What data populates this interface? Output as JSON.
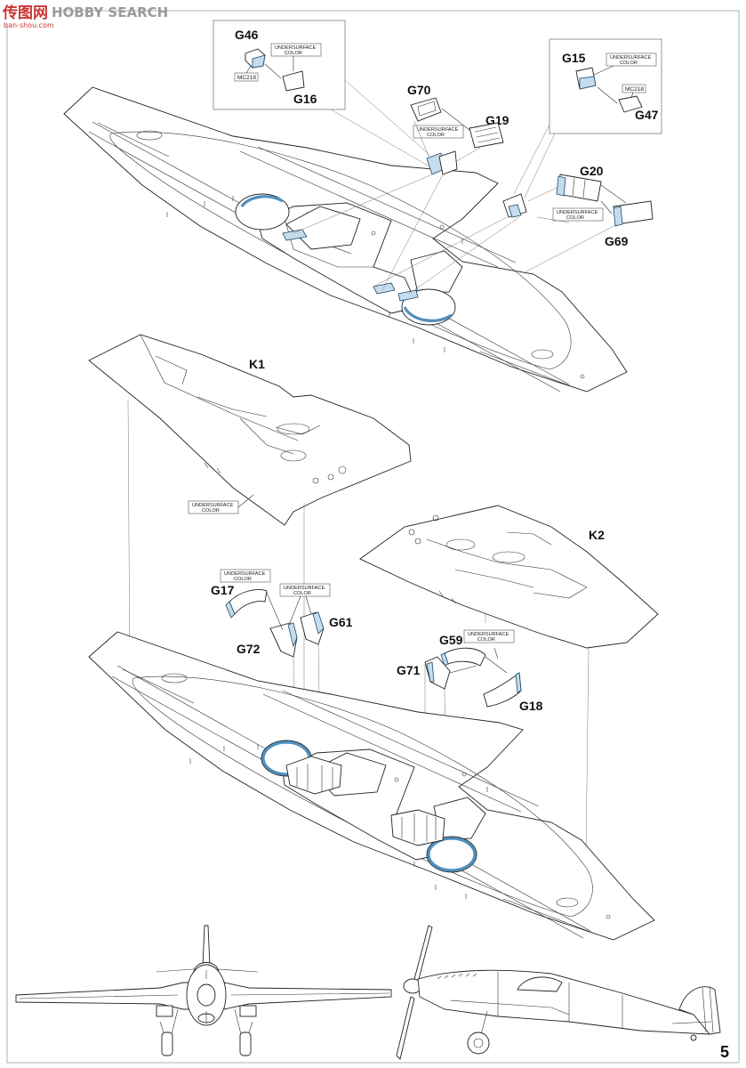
{
  "watermark": {
    "logo_text": "传图网",
    "brand": "HOBBY SEARCH",
    "url": "ban-shou.com"
  },
  "page_number": "5",
  "notes": {
    "undersurface": [
      "UNDERSURFACE",
      "COLOR"
    ],
    "mc218": "MC218"
  },
  "parts": {
    "g46": "G46",
    "g16": "G16",
    "g70": "G70",
    "g19": "G19",
    "g15": "G15",
    "g47": "G47",
    "g20": "G20",
    "g69": "G69",
    "k1": "K1",
    "k2": "K2",
    "g17": "G17",
    "g61": "G61",
    "g72": "G72",
    "g59": "G59",
    "g71": "G71",
    "g18": "G18"
  },
  "colors": {
    "ink": "#222222",
    "part_blue": "#c5dced",
    "ring_blue": "#4f8fbd"
  }
}
